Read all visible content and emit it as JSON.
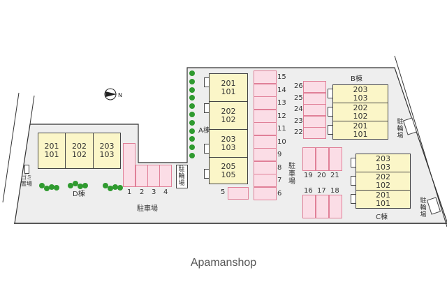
{
  "buildings": {
    "A": {
      "label": "A棟",
      "units": [
        [
          "201",
          "101"
        ],
        [
          "202",
          "102"
        ],
        [
          "203",
          "103"
        ],
        [
          "205",
          "105"
        ]
      ]
    },
    "B": {
      "label": "B棟",
      "units": [
        [
          "203",
          "103"
        ],
        [
          "202",
          "102"
        ],
        [
          "201",
          "101"
        ]
      ]
    },
    "C": {
      "label": "C棟",
      "units": [
        [
          "203",
          "103"
        ],
        [
          "202",
          "102"
        ],
        [
          "201",
          "101"
        ]
      ]
    },
    "D": {
      "label": "D棟",
      "units": [
        [
          "201",
          "101"
        ],
        [
          "202",
          "102"
        ],
        [
          "203",
          "103"
        ]
      ]
    }
  },
  "parking_label": "駐車場",
  "bike_parking_label": "駐輪場",
  "garbage_label": "ゴミ置場",
  "compass_label": "N",
  "slots": {
    "col": [
      "15",
      "14",
      "13",
      "12",
      "11",
      "10",
      "9",
      "8",
      "7",
      "6"
    ],
    "s5": "5",
    "s1_4": [
      "1",
      "2",
      "3",
      "4"
    ],
    "s22_26": [
      "26",
      "25",
      "24",
      "23",
      "22"
    ],
    "s19_21": [
      "19",
      "20",
      "21"
    ],
    "s16_18": [
      "16",
      "17",
      "18"
    ]
  },
  "brand": "Apamanshop",
  "colors": {
    "ground": "#eeeeee",
    "building": "#fbf6c8",
    "parking": "#fbdde6",
    "tree": "#2f9a2f"
  }
}
